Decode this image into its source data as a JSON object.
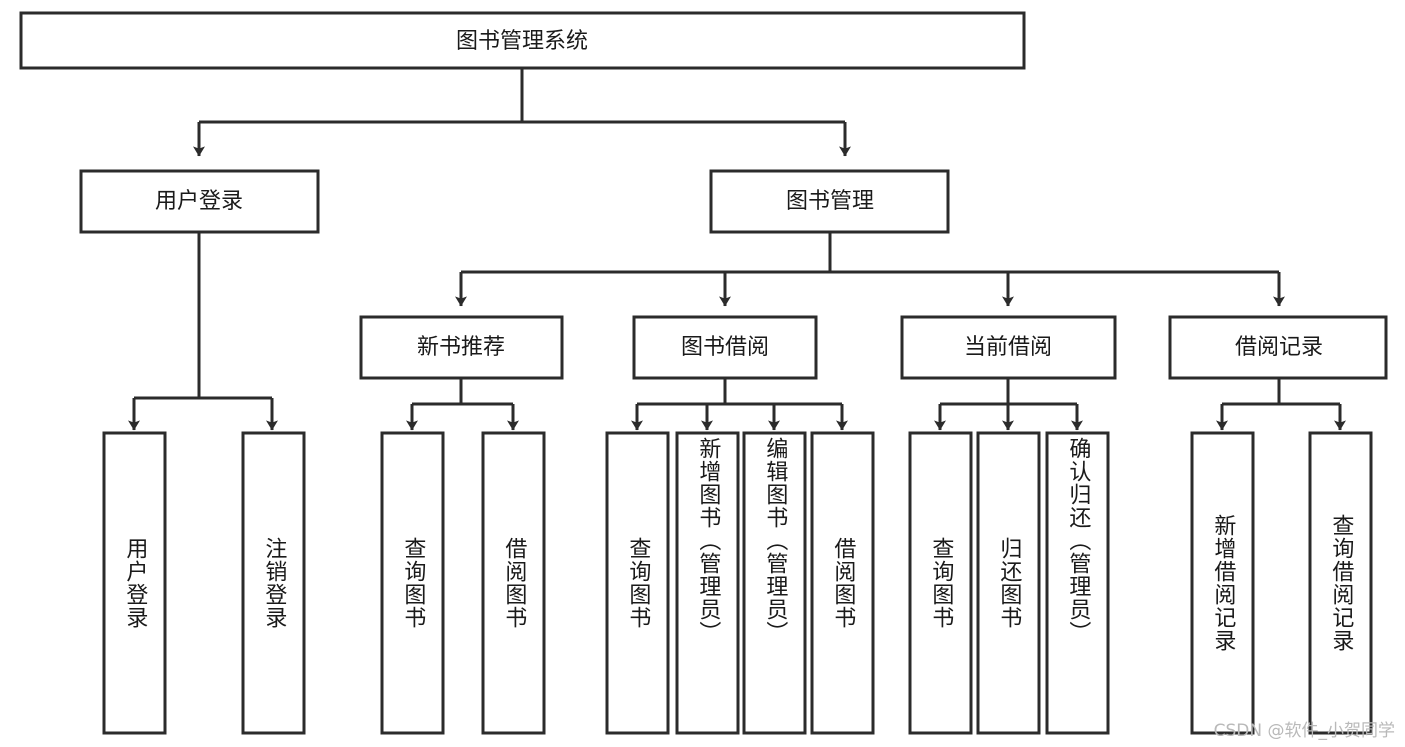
{
  "diagram": {
    "title": "图书管理系统",
    "watermark": "CSDN @软件_小贺同学",
    "colors": {
      "stroke": "#2b2b2b",
      "fill": "#ffffff",
      "text": "#1a1a1a",
      "watermark": "#b9b9b9",
      "background": "#ffffff"
    },
    "root": {
      "label": "图书管理系统"
    },
    "level2": [
      {
        "label": "用户登录"
      },
      {
        "label": "图书管理"
      }
    ],
    "level3": [
      {
        "label": "新书推荐"
      },
      {
        "label": "图书借阅"
      },
      {
        "label": "当前借阅"
      },
      {
        "label": "借阅记录"
      }
    ],
    "leaves": {
      "user_login": [
        {
          "label": "用户登录"
        },
        {
          "label": "注销登录"
        }
      ],
      "new_book_recommend": [
        {
          "label": "查询图书"
        },
        {
          "label": "借阅图书"
        }
      ],
      "book_borrow": [
        {
          "label": "查询图书"
        },
        {
          "label": "新增图书（管理员）"
        },
        {
          "label": "编辑图书（管理员）"
        },
        {
          "label": "借阅图书"
        }
      ],
      "current_borrow": [
        {
          "label": "查询图书"
        },
        {
          "label": "归还图书"
        },
        {
          "label": "确认归还（管理员）"
        }
      ],
      "borrow_record": [
        {
          "label": "新增借阅记录"
        },
        {
          "label": "查询借阅记录"
        }
      ]
    }
  }
}
